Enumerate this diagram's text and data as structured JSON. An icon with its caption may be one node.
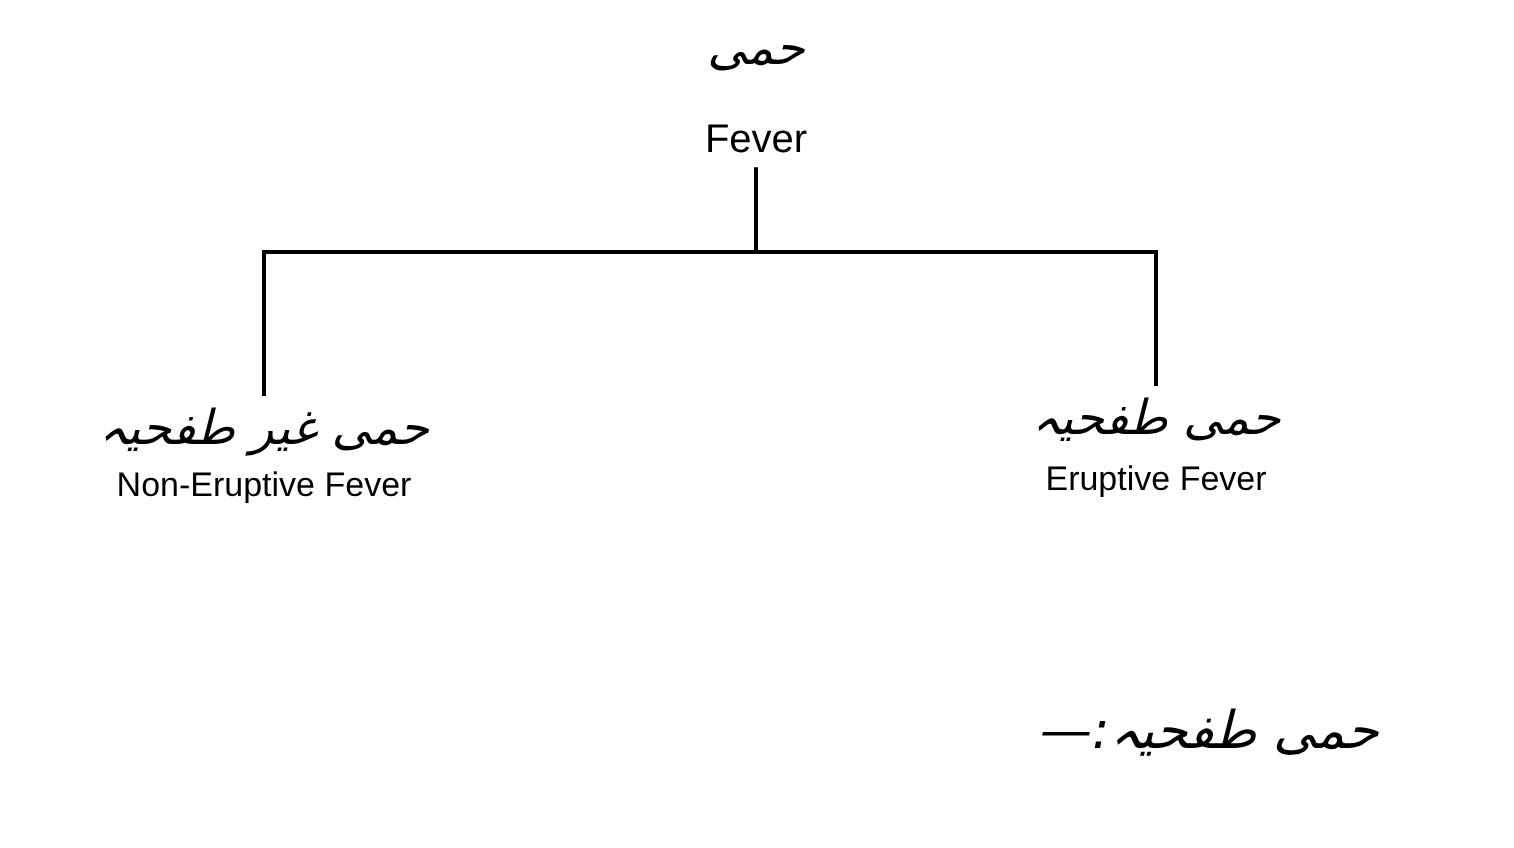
{
  "diagram": {
    "nodes": [
      {
        "text": [
          "حمی",
          "Fever"
        ]
      },
      {
        "text": [
          "حمی غیر طفحیہ",
          "Non-Eruptive Fever"
        ]
      },
      {
        "text": [
          "حمی طفحیہ",
          "Eruptive Fever"
        ]
      }
    ],
    "edges": [
      {
        "from": 0,
        "to": 1,
        "arrow": "none"
      },
      {
        "from": 0,
        "to": 2,
        "arrow": "none"
      }
    ],
    "labels": [
      "حمی طفحیہ:—"
    ]
  }
}
